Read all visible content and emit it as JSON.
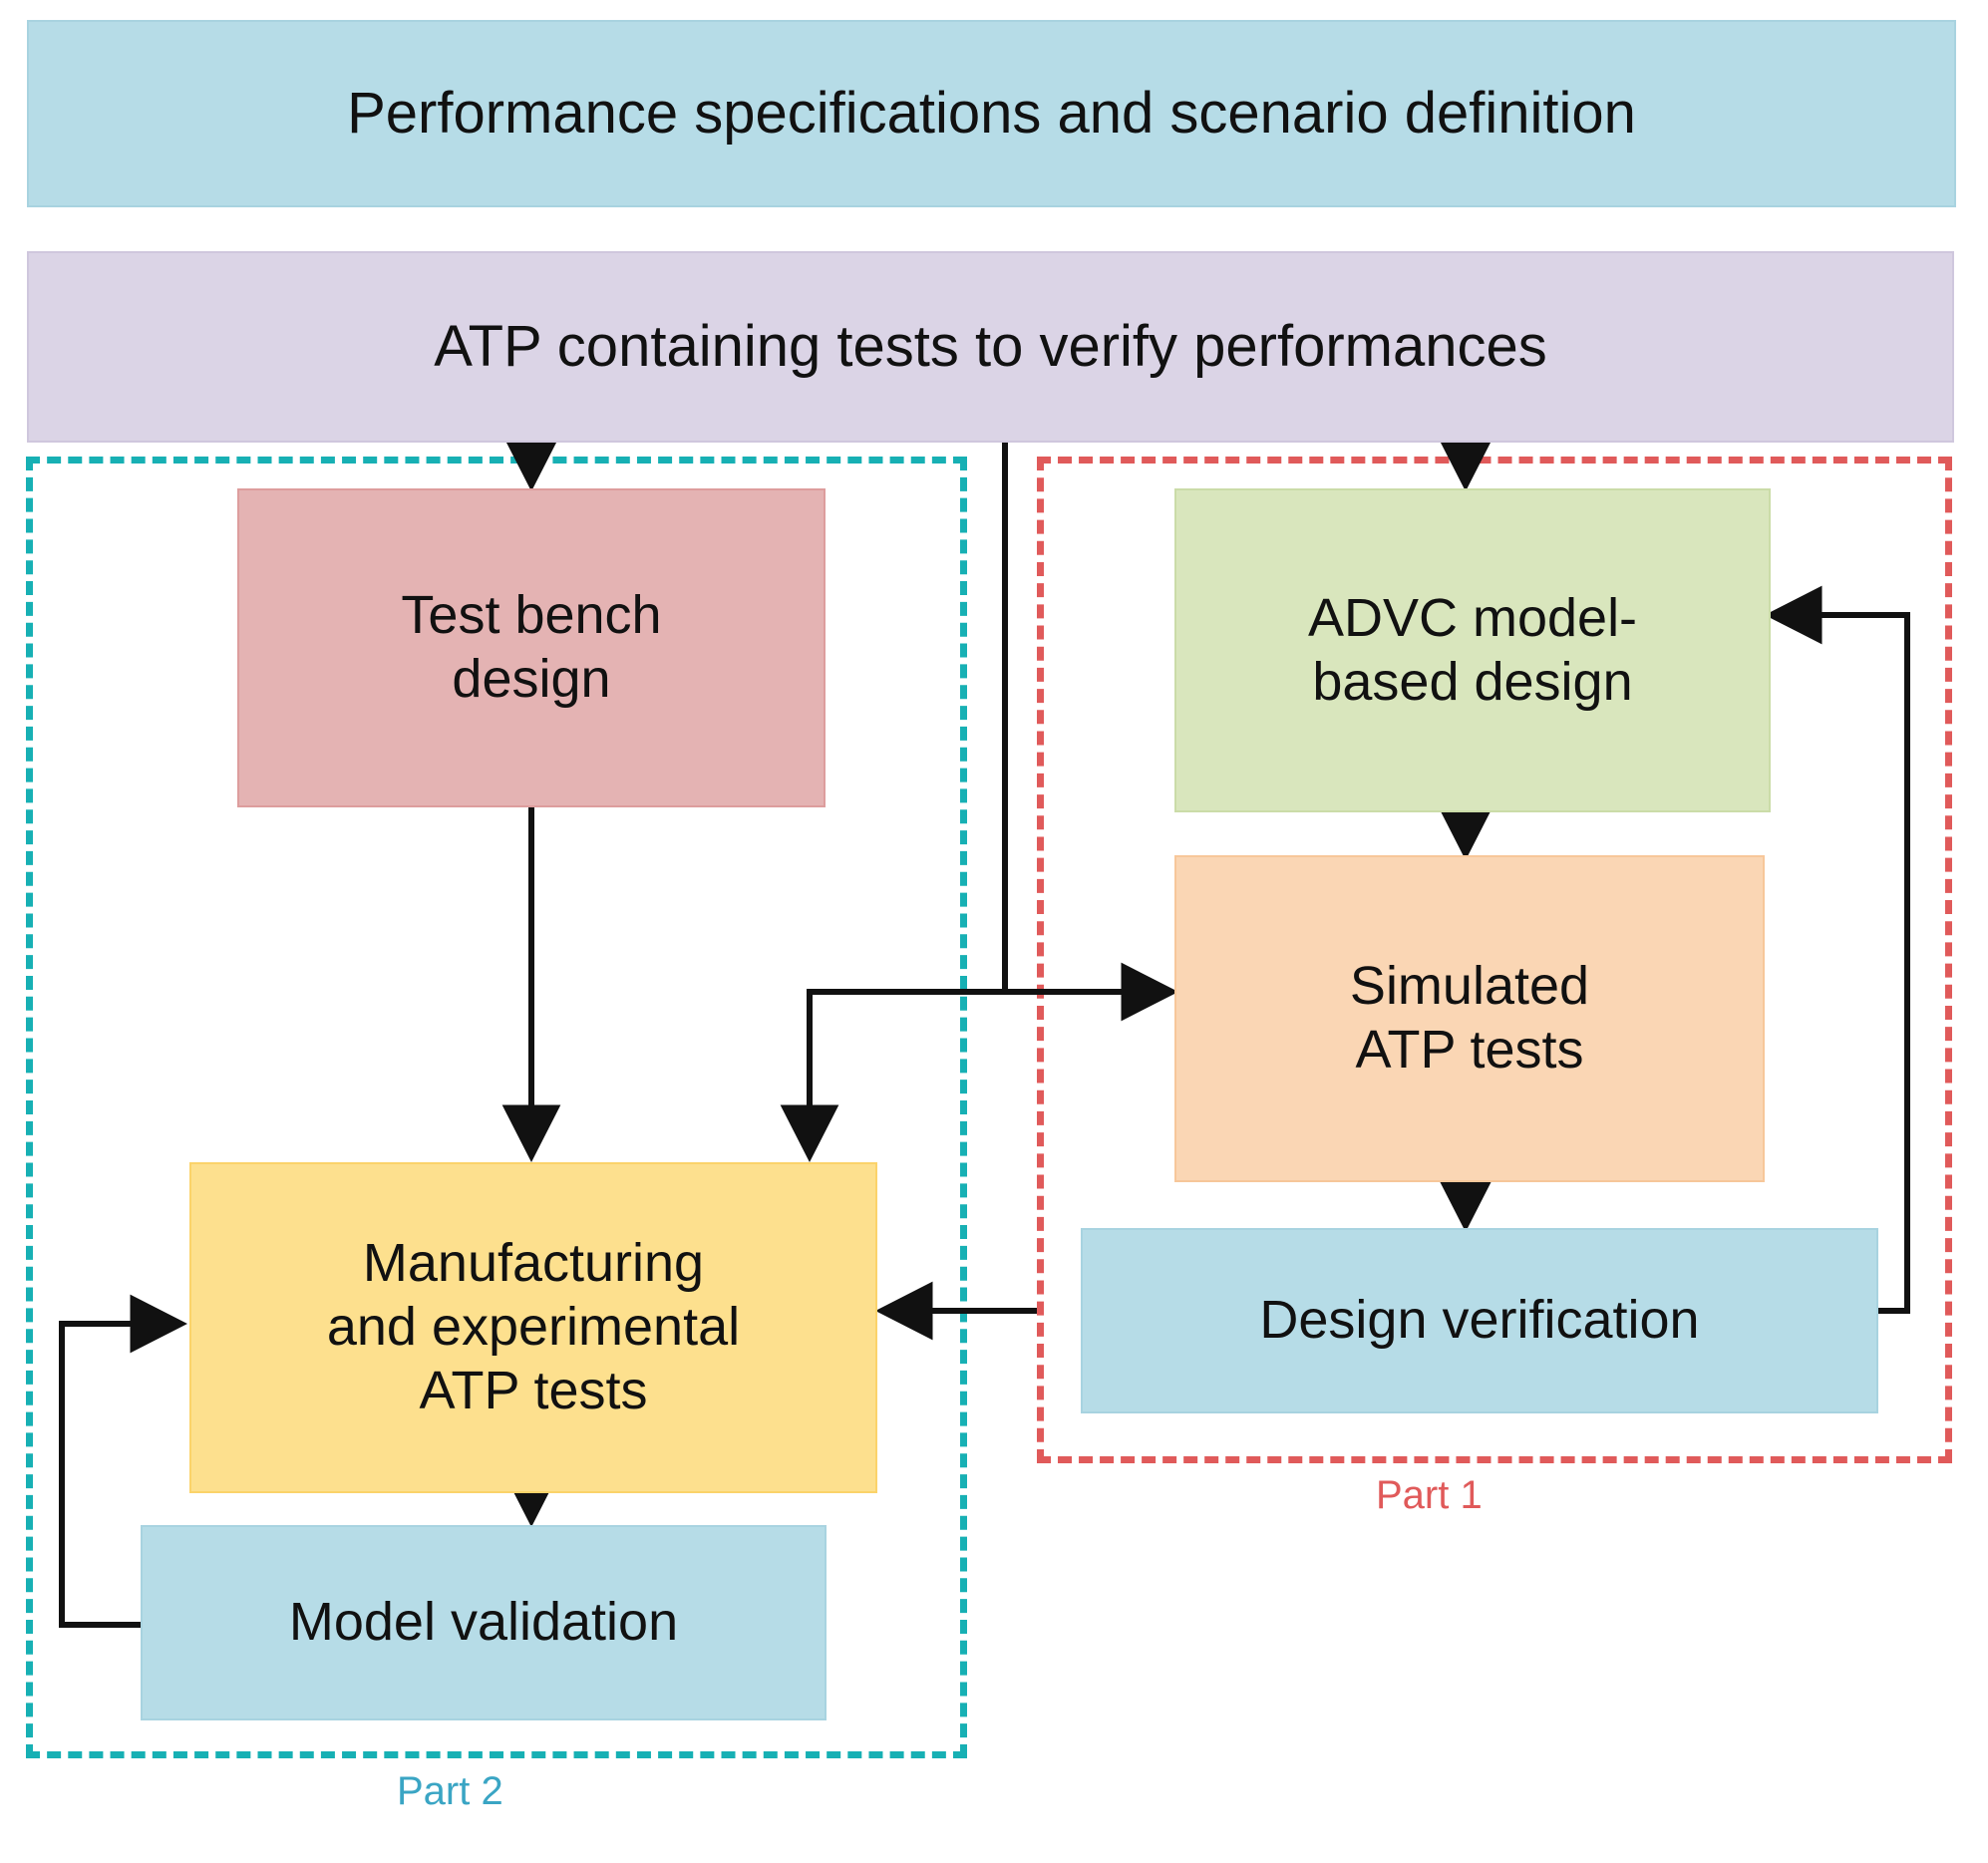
{
  "diagram": {
    "title": "ADVC design and verification workflow",
    "nodes": [
      {
        "id": "perf_spec",
        "label": "Performance specifications and scenario definition",
        "color": "#b6dce7"
      },
      {
        "id": "atp",
        "label": "ATP containing tests to verify performances",
        "color": "#dbd4e6"
      },
      {
        "id": "test_bench",
        "label": "Test bench\ndesign",
        "color": "#e4b3b3"
      },
      {
        "id": "advc_model",
        "label": "ADVC model-\nbased design",
        "color": "#d9e6bd"
      },
      {
        "id": "sim_atp",
        "label": "Simulated\nATP tests",
        "color": "#fad6b4"
      },
      {
        "id": "design_ver",
        "label": "Design verification",
        "color": "#b6dce7"
      },
      {
        "id": "manufacturing",
        "label": "Manufacturing\nand experimental\nATP tests",
        "color": "#fde08e"
      },
      {
        "id": "model_valid",
        "label": "Model validation",
        "color": "#b6dce7"
      }
    ],
    "groups": [
      {
        "id": "part2",
        "label": "Part 2",
        "color": "#17b0b4",
        "label_color": "#3aa5c4"
      },
      {
        "id": "part1",
        "label": "Part 1",
        "color": "#e05a5a",
        "label_color": "#e05a5a"
      }
    ],
    "edges": [
      {
        "from": "atp",
        "to": "test_bench"
      },
      {
        "from": "atp",
        "to": "advc_model"
      },
      {
        "from": "atp",
        "to": "sim_atp"
      },
      {
        "from": "atp",
        "to": "manufacturing"
      },
      {
        "from": "test_bench",
        "to": "manufacturing"
      },
      {
        "from": "advc_model",
        "to": "sim_atp"
      },
      {
        "from": "sim_atp",
        "to": "design_ver"
      },
      {
        "from": "design_ver",
        "to": "manufacturing"
      },
      {
        "from": "design_ver",
        "to": "advc_model"
      },
      {
        "from": "manufacturing",
        "to": "model_valid"
      },
      {
        "from": "model_valid",
        "to": "manufacturing"
      }
    ]
  }
}
